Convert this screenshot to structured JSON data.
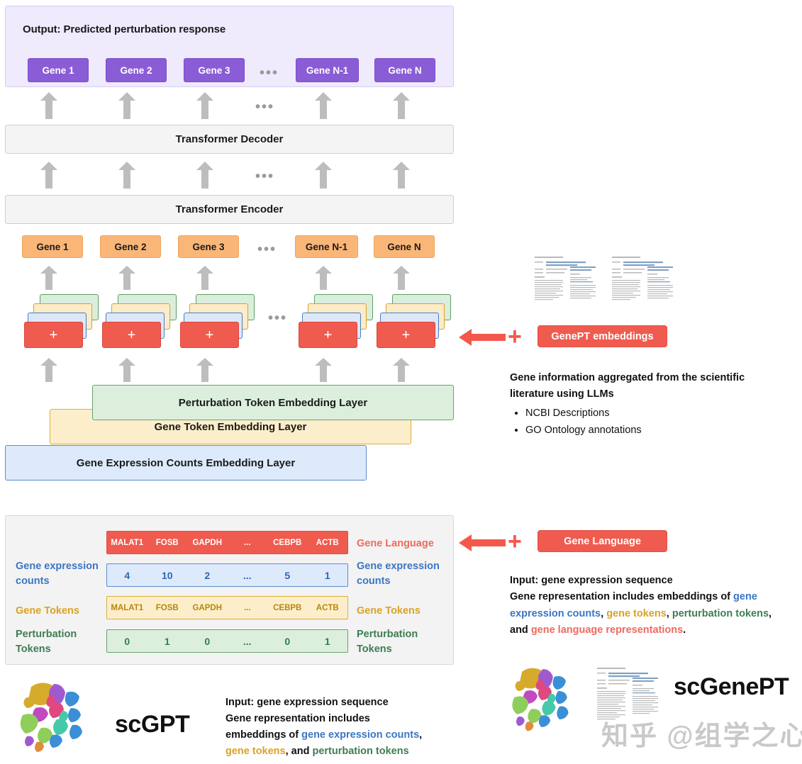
{
  "output": {
    "title": "Output: Predicted perturbation response",
    "genes": [
      "Gene 1",
      "Gene 2",
      "Gene 3",
      "Gene N-1",
      "Gene N"
    ],
    "ellipsis": "•••",
    "chip_color": "#8a5cd6",
    "panel_bg": "#efeafc"
  },
  "transformer": {
    "decoder_label": "Transformer Decoder",
    "encoder_label": "Transformer Encoder"
  },
  "input_genes": {
    "genes": [
      "Gene 1",
      "Gene 2",
      "Gene 3",
      "Gene N-1",
      "Gene N"
    ],
    "ellipsis": "•••",
    "chip_color": "#fab677"
  },
  "stack": {
    "plus_glyph": "+",
    "ellipsis": "•••",
    "layer_colors": {
      "perturbation": "#dcefdd",
      "gene_token": "#fdeecb",
      "expression": "#ddeafb",
      "sum": "#f05b4f"
    }
  },
  "embedding_layers": [
    {
      "label": "Perturbation Token Embedding Layer",
      "color": "#dcefdd"
    },
    {
      "label": "Gene Token Embedding Layer",
      "color": "#fdeecb"
    },
    {
      "label": "Gene Expression Counts Embedding Layer",
      "color": "#ddeafb"
    }
  ],
  "input_table": {
    "rows": [
      {
        "key": "gene_language",
        "left_label": "",
        "right_label": "Gene Language",
        "values": [
          "MALAT1",
          "FOSB",
          "GAPDH",
          "...",
          "CEBPB",
          "ACTB"
        ],
        "color": "#f05b4f",
        "text_color": "#ffffff",
        "label_color": "#ef6a5e"
      },
      {
        "key": "gene_expression_counts",
        "left_label": "Gene expression counts",
        "right_label": "Gene expression counts",
        "values": [
          "4",
          "10",
          "2",
          "...",
          "5",
          "1"
        ],
        "color": "#ddeafb",
        "text_color": "#2f66b5",
        "label_color": "#3b76c4"
      },
      {
        "key": "gene_tokens",
        "left_label": "Gene Tokens",
        "right_label": "Gene Tokens",
        "values": [
          "MALAT1",
          "FOSB",
          "GAPDH",
          "...",
          "CEBPB",
          "ACTB"
        ],
        "color": "#fdeecb",
        "text_color": "#b8860b",
        "label_color": "#d9a227"
      },
      {
        "key": "perturbation_tokens",
        "left_label": "Perturbation Tokens",
        "right_label": "Perturbation Tokens",
        "values": [
          "0",
          "1",
          "0",
          "...",
          "0",
          "1"
        ],
        "color": "#dcefdd",
        "text_color": "#2e7d4f",
        "label_color": "#3e7d52"
      }
    ]
  },
  "right_genept": {
    "plus": "+",
    "pill_label": "GenePT embeddings",
    "heading": "Gene information aggregated from the scientific literature using LLMs",
    "bullets": [
      "NCBI Descriptions",
      "GO Ontology annotations"
    ]
  },
  "right_genelang": {
    "plus": "+",
    "pill_label": "Gene Language",
    "line1": "Input: gene expression sequence",
    "line2_prefix": "Gene representation includes embeddings of ",
    "frag_counts": "gene expression counts",
    "sep1": ", ",
    "frag_tokens": "gene tokens",
    "sep2": ", ",
    "frag_pert": "perturbation tokens",
    "sep3": ", and ",
    "frag_lang": "gene language representations",
    "end": "."
  },
  "footer_scgpt": {
    "brand": "scGPT",
    "line1": "Input: gene expression sequence",
    "line2": "Gene representation includes",
    "line3_prefix": "embeddings of ",
    "frag_counts": "gene expression counts",
    "sep1": ",",
    "frag_tokens": "gene tokens",
    "sep2": ", and ",
    "frag_pert": "perturbation tokens"
  },
  "footer_scgenept": {
    "brand": "scGenePT",
    "watermark": "知乎 @组学之心"
  }
}
